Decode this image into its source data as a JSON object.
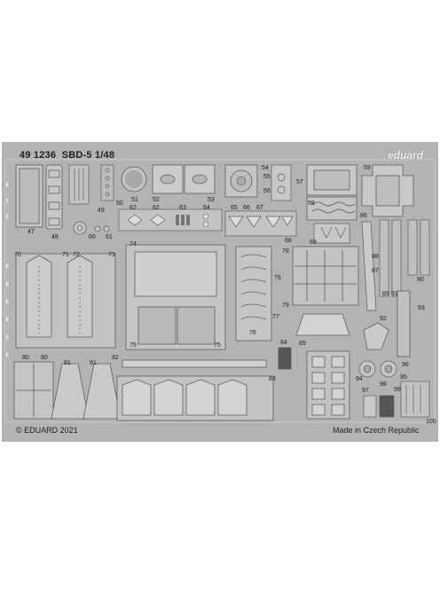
{
  "sheet": {
    "code": "49 1236",
    "model": "SBD-5 1/48",
    "brand": "eduard",
    "copyright": "© EDUARD 2021",
    "made_in": "Made in Czech Republic",
    "colors": {
      "fret": "#b3b3b3",
      "fret_light": "#c7c7c7",
      "etch_line": "#5e5e5e",
      "background": "#ffffff"
    }
  },
  "part_numbers": [
    "47",
    "48",
    "49",
    "50",
    "51",
    "52",
    "53",
    "54",
    "55",
    "56",
    "57",
    "58",
    "59",
    "60",
    "61",
    "62",
    "62",
    "63",
    "64",
    "65",
    "66",
    "67",
    "68",
    "69",
    "70",
    "71",
    "72",
    "73",
    "74",
    "75",
    "75",
    "76",
    "76",
    "77",
    "78",
    "79",
    "80",
    "80",
    "81",
    "81",
    "82",
    "83",
    "84",
    "85",
    "86",
    "87",
    "88",
    "89",
    "90",
    "91",
    "92",
    "93",
    "94",
    "95",
    "96",
    "97",
    "98",
    "99",
    "100"
  ]
}
